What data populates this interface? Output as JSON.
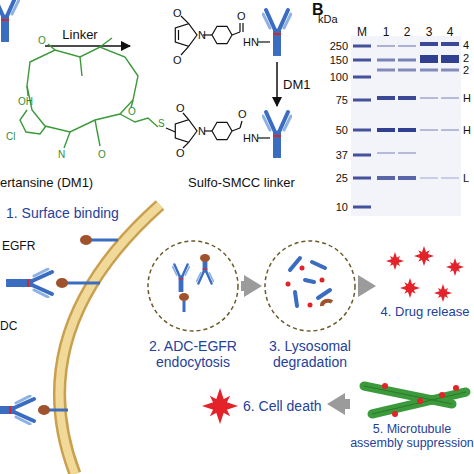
{
  "diagram": {
    "nodes": [
      {
        "text": [
          "1. Surface binding"
        ]
      },
      {
        "text": [
          "2. ADC-EGFR endocytosis"
        ]
      },
      {
        "text": [
          "3. Lysosomal degradation"
        ]
      },
      {
        "text": [
          "4. Drug release"
        ]
      },
      {
        "text": [
          "5. Microtubule assembly suppression"
        ]
      },
      {
        "text": [
          "6. Cell death"
        ]
      }
    ],
    "edges": [
      {
        "from": 1,
        "to": 2,
        "arrow": "to"
      },
      {
        "from": 2,
        "to": 3,
        "arrow": "to"
      },
      {
        "from": 4,
        "to": 5,
        "arrow": "to"
      }
    ],
    "labels": [
      "Linker",
      "DM1",
      "ertansine (DM1)",
      "Sulfo-SMCC linker",
      "O",
      "N",
      "O",
      "O",
      "HN",
      "O",
      "N",
      "O",
      "O",
      "HN",
      "O",
      "Cl",
      "N",
      "O",
      "OH",
      "O",
      "S",
      "B",
      "kDa",
      "M",
      "1",
      "2",
      "3",
      "4",
      "250",
      "150",
      "100",
      "75",
      "50",
      "37",
      "25",
      "10",
      "4",
      "2",
      "2",
      "H",
      "H",
      "L",
      "EGFR",
      "DC"
    ]
  }
}
